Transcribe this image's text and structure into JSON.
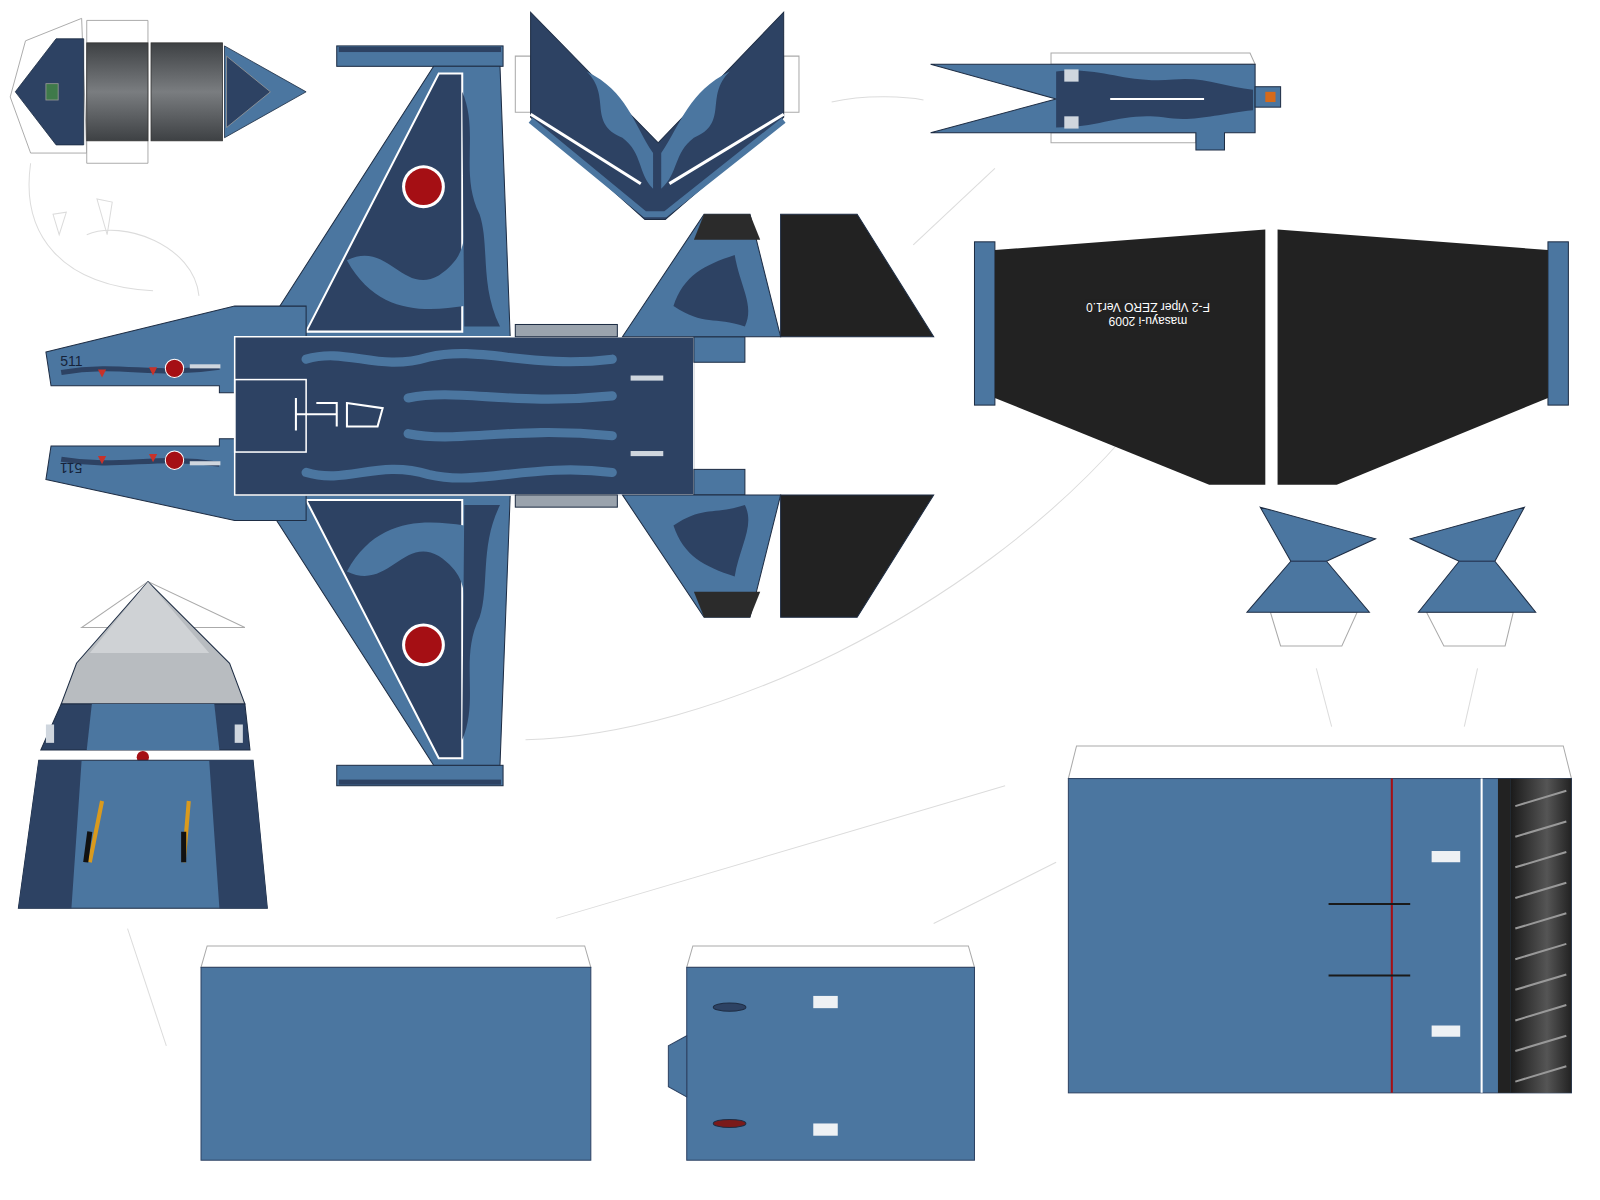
{
  "diagram": {
    "labels": [
      "511",
      "511",
      "masayu-i 2009",
      "F-2 Viper ZERO Ver1.0"
    ]
  }
}
